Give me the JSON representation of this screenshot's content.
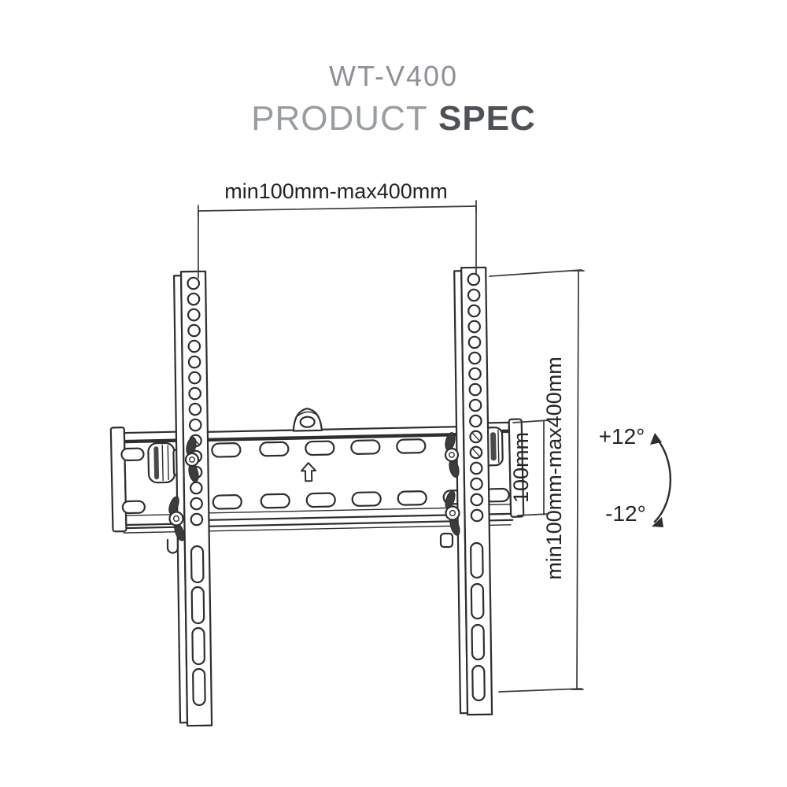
{
  "title": {
    "model": "WT-V400",
    "product": "PRODUCT",
    "spec": "SPEC"
  },
  "dimensions": {
    "top_width": "min100mm-max400mm",
    "right_height": "min100mm-max400mm",
    "plate_height": "100mm"
  },
  "tilt": {
    "up": "+12°",
    "down": "-12°"
  },
  "colors": {
    "line": "#2e2e2e",
    "dim-line": "#3a3a3a",
    "text": "#242424",
    "title-model": "#8e9296",
    "title-product": "#989da1",
    "title-spec": "#4e5256",
    "background": "#ffffff"
  }
}
